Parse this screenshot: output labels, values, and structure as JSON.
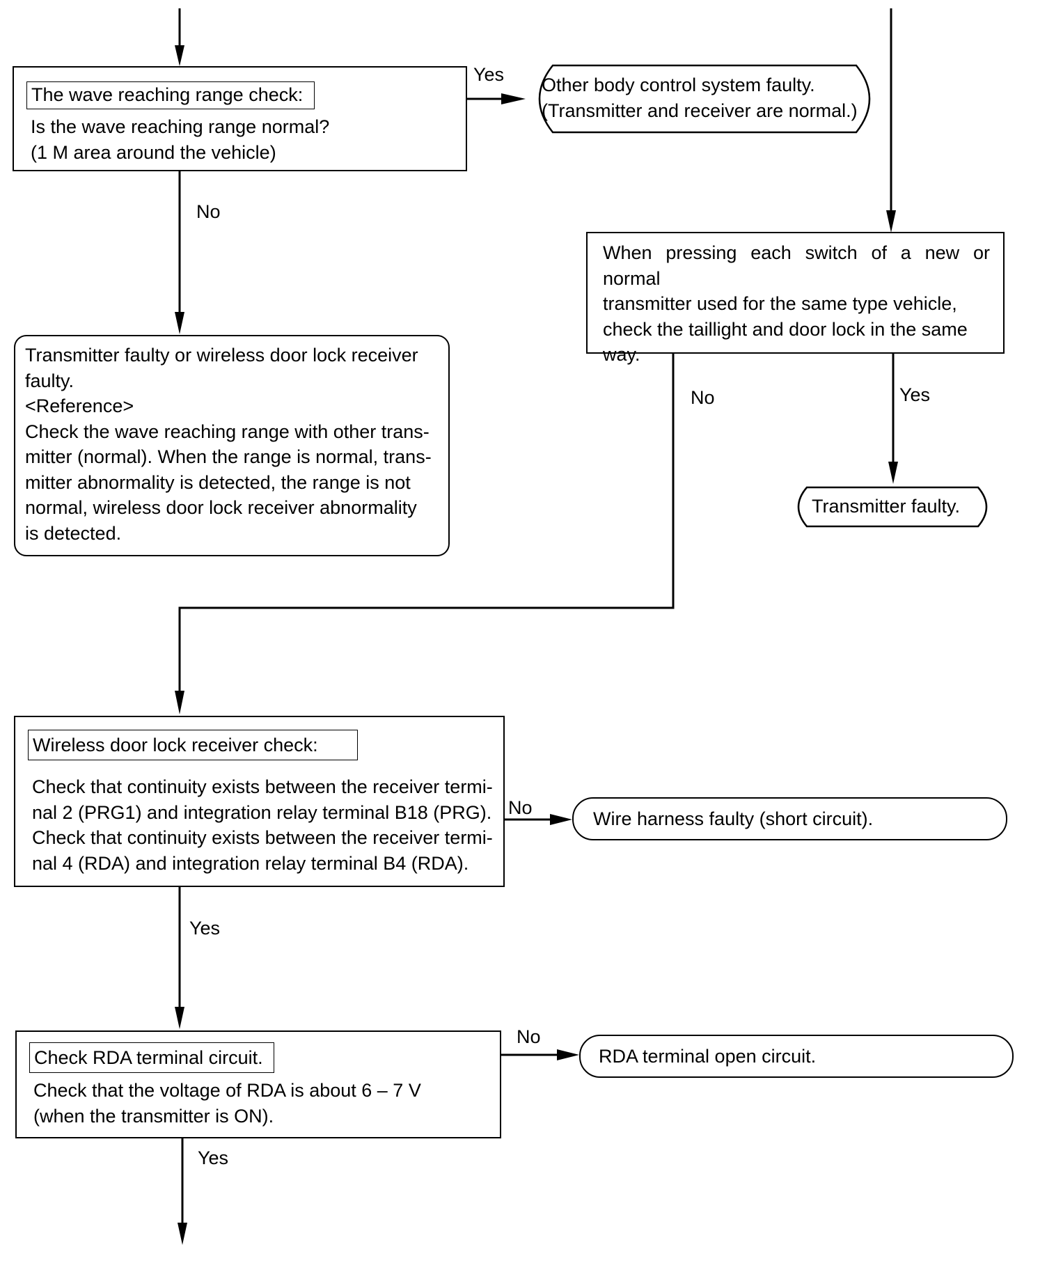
{
  "wave_check": {
    "heading": "The wave reaching range check:",
    "lines": [
      "Is the wave reaching range normal?",
      "(1 M area around the vehicle)"
    ]
  },
  "other_body_faulty": {
    "lines": [
      "Other body control system faulty.",
      "(Transmitter and receiver are normal.)"
    ]
  },
  "transmitter_or_receiver_faulty": {
    "lines": [
      "Transmitter faulty or wireless door lock receiver",
      "faulty.",
      "<Reference>",
      "Check the wave reaching range with other trans-",
      "mitter (normal). When the range is normal, trans-",
      "mitter abnormality is detected, the range is not",
      "normal, wireless door lock receiver abnormality",
      "is detected."
    ]
  },
  "new_transmitter_check": {
    "lines": [
      "When pressing each switch of a new or normal",
      "transmitter used for the same type vehicle,",
      "check the taillight and door lock in the same",
      "way."
    ]
  },
  "transmitter_faulty": {
    "text": "Transmitter faulty."
  },
  "receiver_check": {
    "heading": "Wireless door lock receiver check:",
    "lines": [
      "Check that continuity exists between the receiver termi-",
      "nal 2 (PRG1) and integration relay terminal B18 (PRG).",
      "Check that continuity exists between the receiver termi-",
      "nal 4 (RDA) and integration relay terminal B4 (RDA)."
    ]
  },
  "harness_faulty": {
    "text": "Wire harness faulty (short circuit)."
  },
  "rda_check": {
    "heading": "Check RDA terminal circuit.",
    "lines": [
      "Check that the voltage of RDA is about 6 – 7 V",
      "(when the transmitter is ON)."
    ]
  },
  "rda_open": {
    "text": "RDA terminal open circuit."
  },
  "labels": {
    "wave_yes": "Yes",
    "wave_no": "No",
    "new_no": "No",
    "new_yes": "Yes",
    "receiver_no": "No",
    "receiver_yes": "Yes",
    "rda_no": "No",
    "rda_yes": "Yes"
  }
}
